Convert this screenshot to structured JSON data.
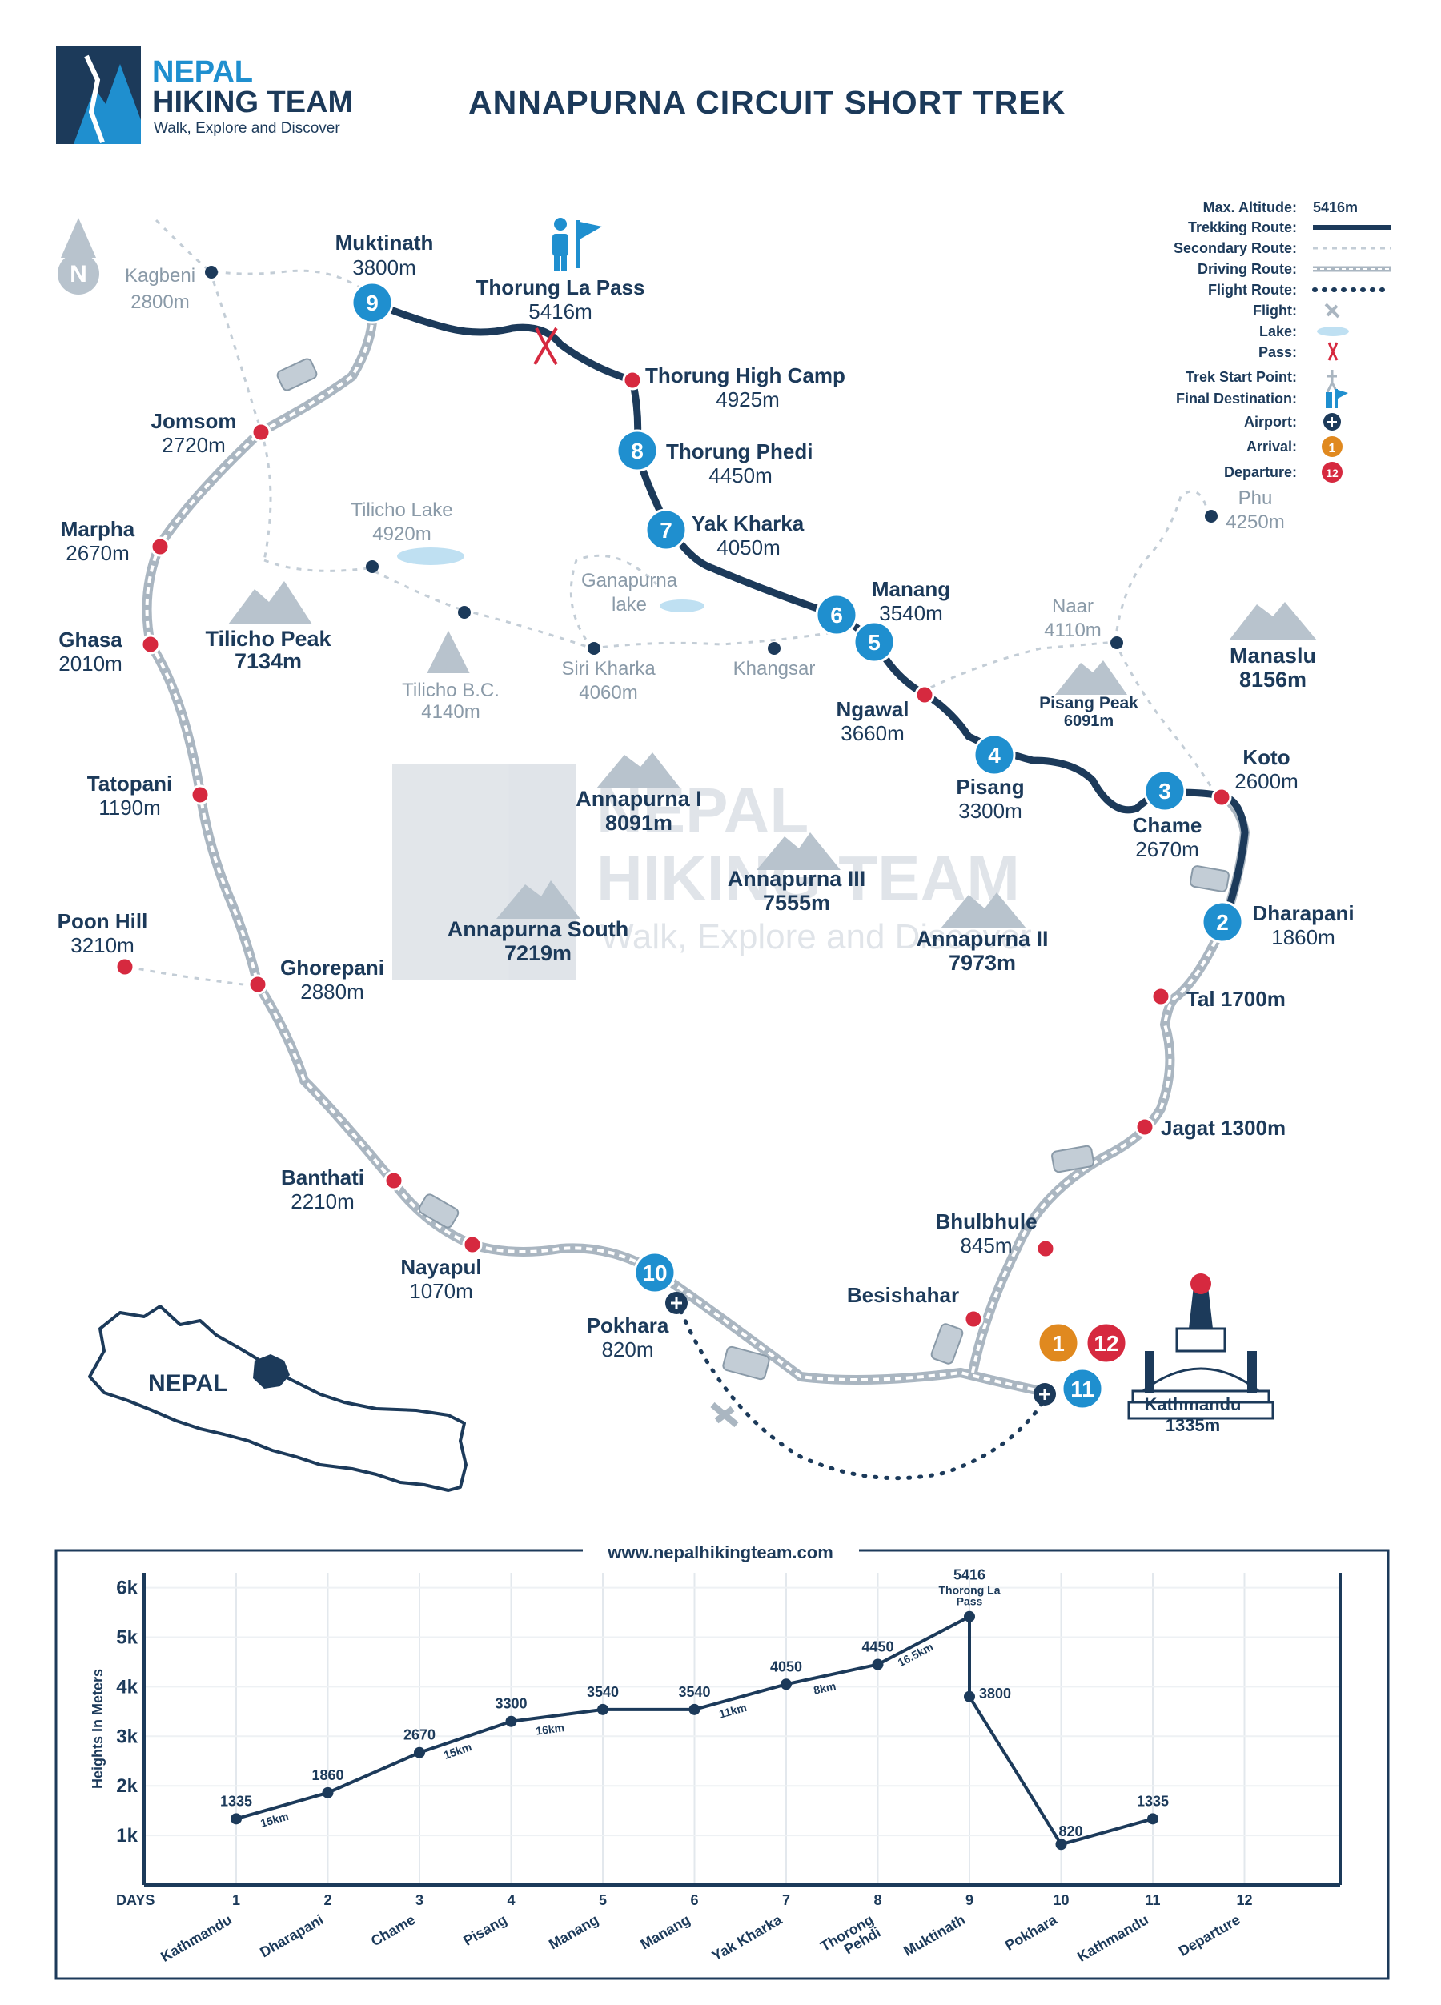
{
  "brand": {
    "line1": "NEPAL",
    "line2": "HIKING TEAM",
    "tagline": "Walk, Explore and Discover",
    "watermark_line1": "NEPAL",
    "watermark_line2": "HIKING TEAM",
    "watermark_tagline": "Walk, Explore and Discover"
  },
  "title": "ANNAPURNA CIRCUIT SHORT TREK",
  "north_label": "N",
  "legend": {
    "max_altitude_label": "Max. Altitude:",
    "max_altitude_value": "5416m",
    "trekking_route": "Trekking Route:",
    "secondary_route": "Secondary Route:",
    "driving_route": "Driving Route:",
    "flight_route": "Flight Route:",
    "flight": "Flight:",
    "lake": "Lake:",
    "pass": "Pass:",
    "trek_start": "Trek Start Point:",
    "final_destination": "Final Destination:",
    "airport": "Airport:",
    "arrival": "Arrival:",
    "arrival_num": "1",
    "departure": "Departure:",
    "departure_num": "12"
  },
  "places": [
    {
      "name": "Muktinath",
      "alt": "3800m"
    },
    {
      "name": "Thorung La Pass",
      "alt": "5416m"
    },
    {
      "name": "Thorung High Camp",
      "alt": "4925m"
    },
    {
      "name": "Thorung Phedi",
      "alt": "4450m"
    },
    {
      "name": "Yak Kharka",
      "alt": "4050m"
    },
    {
      "name": "Manang",
      "alt": "3540m"
    },
    {
      "name": "Ngawal",
      "alt": "3660m"
    },
    {
      "name": "Pisang",
      "alt": "3300m"
    },
    {
      "name": "Chame",
      "alt": "2670m"
    },
    {
      "name": "Koto",
      "alt": "2600m"
    },
    {
      "name": "Dharapani",
      "alt": "1860m"
    },
    {
      "name": "Tal 1700m",
      "alt": ""
    },
    {
      "name": "Jagat 1300m",
      "alt": ""
    },
    {
      "name": "Bhulbhule",
      "alt": "845m"
    },
    {
      "name": "Besishahar",
      "alt": ""
    },
    {
      "name": "Pokhara",
      "alt": "820m"
    },
    {
      "name": "Nayapul",
      "alt": "1070m"
    },
    {
      "name": "Banthati",
      "alt": "2210m"
    },
    {
      "name": "Ghorepani",
      "alt": "2880m"
    },
    {
      "name": "Poon Hill",
      "alt": "3210m"
    },
    {
      "name": "Tatopani",
      "alt": "1190m"
    },
    {
      "name": "Ghasa",
      "alt": "2010m"
    },
    {
      "name": "Marpha",
      "alt": "2670m"
    },
    {
      "name": "Jomsom",
      "alt": "2720m"
    },
    {
      "name": "Kathmandu",
      "alt": "1335m"
    }
  ],
  "faded_places": [
    {
      "name": "Kagbeni",
      "alt": "2800m"
    },
    {
      "name": "Tilicho Lake",
      "alt": "4920m"
    },
    {
      "name": "Ganapurna",
      "alt": "lake"
    },
    {
      "name": "Tilicho B.C.",
      "alt": "4140m"
    },
    {
      "name": "Siri Kharka",
      "alt": "4060m"
    },
    {
      "name": "Khangsar",
      "alt": ""
    },
    {
      "name": "Naar",
      "alt": "4110m"
    },
    {
      "name": "Phu",
      "alt": "4250m"
    }
  ],
  "peaks": [
    {
      "name": "Tilicho Peak",
      "alt": "7134m"
    },
    {
      "name": "Annapurna I",
      "alt": "8091m"
    },
    {
      "name": "Annapurna III",
      "alt": "7555m"
    },
    {
      "name": "Annapurna South",
      "alt": "7219m"
    },
    {
      "name": "Annapurna II",
      "alt": "7973m"
    },
    {
      "name": "Pisang Peak",
      "alt": "6091m"
    },
    {
      "name": "Manaslu",
      "alt": "8156m"
    }
  ],
  "day_markers": [
    "1",
    "2",
    "3",
    "4",
    "5",
    "6",
    "7",
    "8",
    "9",
    "10",
    "11",
    "12"
  ],
  "inset_label": "NEPAL",
  "website": "www.nepalhikingteam.com",
  "chart_data": {
    "type": "line",
    "ylabel": "Heights In Meters",
    "xlabel": "DAYS",
    "yticks": [
      "6k",
      "5k",
      "4k",
      "3k",
      "2k",
      "1k"
    ],
    "ylim": [
      0,
      6300
    ],
    "x": [
      1,
      2,
      3,
      4,
      5,
      6,
      7,
      8,
      9,
      9,
      10,
      11
    ],
    "values": [
      1335,
      1860,
      2670,
      3300,
      3540,
      3540,
      4050,
      4450,
      5416,
      3800,
      820,
      1335
    ],
    "value_labels": [
      "1335",
      "1860",
      "2670",
      "3300",
      "3540",
      "3540",
      "4050",
      "4450",
      "5416",
      "3800",
      "820",
      "1335"
    ],
    "pass_label": [
      "Thorong La",
      "Pass"
    ],
    "segment_km": [
      "15km",
      "15km",
      "16km",
      "11km",
      "8km",
      "16.5km"
    ],
    "x_ticks": [
      "1",
      "2",
      "3",
      "4",
      "5",
      "6",
      "7",
      "8",
      "9",
      "10",
      "11",
      "12"
    ],
    "x_names": [
      "Kathmandu",
      "Dharapani",
      "Chame",
      "Pisang",
      "Manang",
      "Manang",
      "Yak Kharka",
      "Thorong Pehdi",
      "Muktinath",
      "Pokhara",
      "Kathmandu",
      "Departure"
    ],
    "grid": true
  },
  "colors": {
    "navy": "#1c3a5a",
    "blue": "#1f8fcf",
    "red": "#d6293f",
    "orange": "#e0891f",
    "gray": "#c3cdd6"
  }
}
